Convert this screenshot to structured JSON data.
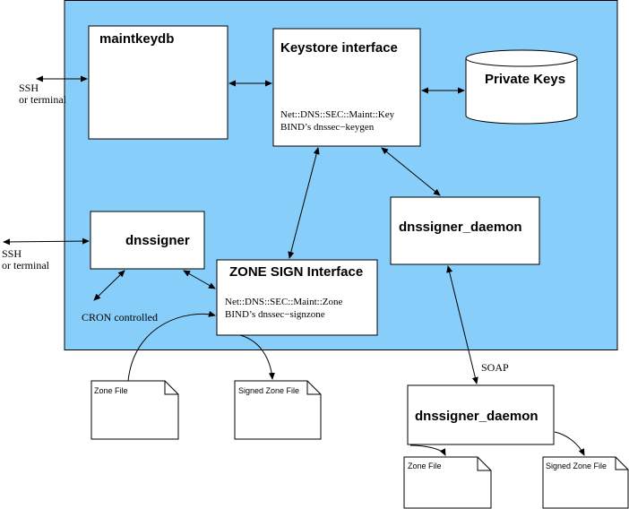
{
  "diagram": {
    "boxes": {
      "maintkeydb": "maintkeydb",
      "keystore": {
        "title": "Keystore interface",
        "line1": "Net::DNS::SEC::Maint::Key",
        "line2": "BIND’s dnssec−keygen"
      },
      "private_keys": "Private Keys",
      "dnssigner": "dnssigner",
      "zone_sign": {
        "title": "ZONE SIGN Interface",
        "line1": "Net::DNS::SEC::Maint::Zone",
        "line2": "BIND’s dnssec−signzone"
      },
      "daemon_inner": "dnssigner_daemon",
      "daemon_outer": "dnssigner_daemon"
    },
    "labels": {
      "ssh_top_1": "SSH",
      "ssh_top_2": "or terminal",
      "ssh_mid_1": "SSH",
      "ssh_mid_2": "or terminal",
      "cron": "CRON controlled",
      "soap": "SOAP"
    },
    "files": {
      "zone_file_left": "Zone File",
      "signed_zone_file_left": "Signed Zone File",
      "zone_file_right": "Zone File",
      "signed_zone_file_right": "Signed Zone File"
    }
  },
  "colors": {
    "region_fill": "#87cefa",
    "box_fill": "#ffffff",
    "stroke": "#000000"
  }
}
